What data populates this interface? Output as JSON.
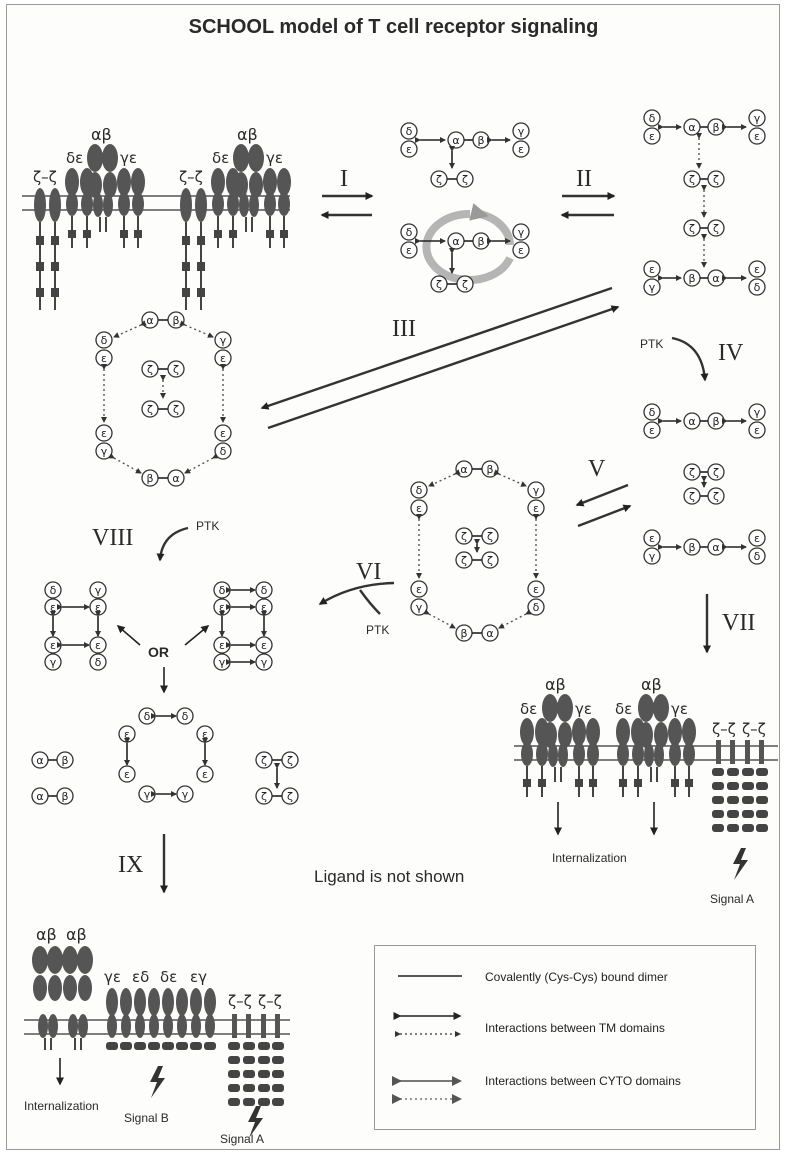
{
  "title": "SCHOOL model of T cell receptor signaling",
  "steps": {
    "s1": "I",
    "s2": "II",
    "s3": "III",
    "s4": "IV",
    "s5": "V",
    "s6": "VI",
    "s7": "VII",
    "s8": "VIII",
    "s9": "IX"
  },
  "ptk_label": "PTK",
  "or_label": "OR",
  "ligand_note": "Ligand is not shown",
  "internalization_label": "Internalization",
  "signal_a": "Signal A",
  "signal_b": "Signal B",
  "subunits": {
    "ab": "αβ",
    "de": "δε",
    "ge": "γε",
    "ed": "εδ",
    "eg": "εγ",
    "zz": "ζ–ζ"
  },
  "legend": {
    "covalent": "Covalently (Cys-Cys) bound dimer",
    "tm": "Interactions between TM domains",
    "cyto": "Interactions between CYTO domains"
  }
}
